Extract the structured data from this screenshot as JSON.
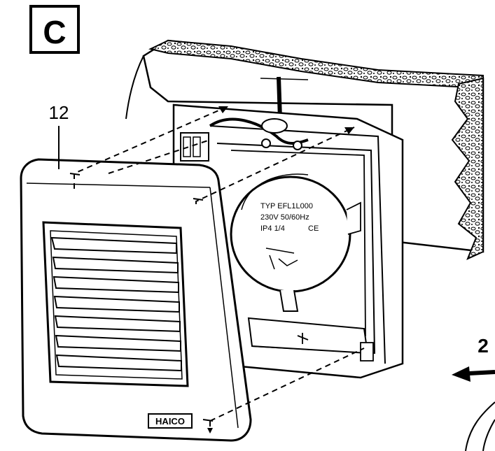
{
  "figure": {
    "panel_letter": "C",
    "part_number": "12",
    "step_number": "2",
    "brand_text": "HAICO",
    "motor_label_lines": [
      "TYP EFL1L000",
      "230V 50/60Hz",
      "IP4 1/4",
      "CE"
    ]
  },
  "colors": {
    "ink": "#000000",
    "paper": "#ffffff",
    "wall_shade": "#cfcfcf"
  }
}
